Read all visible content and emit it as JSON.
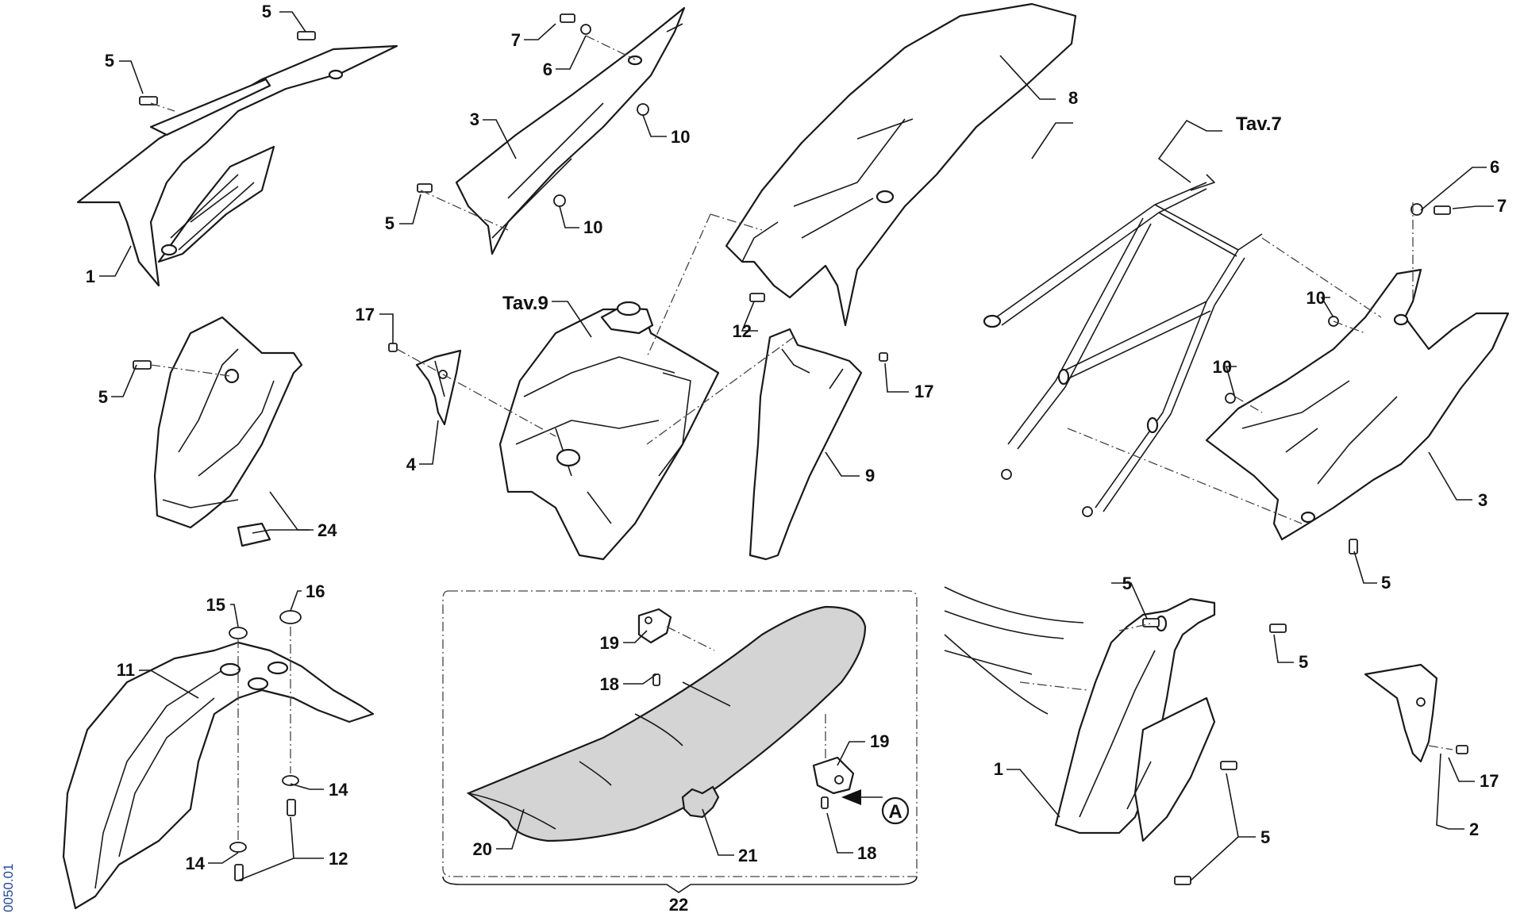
{
  "drawing_code": "0050.01",
  "callouts": {
    "c1a": "1",
    "c1b": "1",
    "c2": "2",
    "c3a": "3",
    "c3b": "3",
    "c4": "4",
    "c5a": "5",
    "c5b": "5",
    "c5c": "5",
    "c5d": "5",
    "c5e": "5",
    "c5f": "5",
    "c5g": "5",
    "c5h": "5",
    "c6a": "6",
    "c6b": "6",
    "c7a": "7",
    "c7b": "7",
    "c8": "8",
    "c9": "9",
    "c10a": "10",
    "c10b": "10",
    "c10c": "10",
    "c10d": "10",
    "c11": "11",
    "c12a": "12",
    "c12b": "12",
    "c14a": "14",
    "c14b": "14",
    "c15": "15",
    "c16": "16",
    "c17a": "17",
    "c17b": "17",
    "c17c": "17",
    "c18a": "18",
    "c18b": "18",
    "c19a": "19",
    "c19b": "19",
    "c20": "20",
    "c21": "21",
    "c22": "22",
    "c24": "24",
    "detail_a": "A"
  },
  "references": {
    "tav7": "Tav.7",
    "tav9": "Tav.9"
  }
}
